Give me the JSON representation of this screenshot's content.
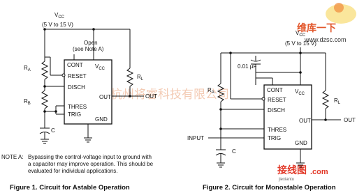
{
  "watermark": {
    "site": "www.dzsc.com",
    "brand": "维库一下",
    "company_cn": "杭州将睿科技有限公司",
    "corner": "接线图",
    "corner_sub": "jiexiantu",
    "corner_domain": ".com"
  },
  "fig1": {
    "vcc": "V",
    "vcc_sub": "CC",
    "vcc_range": "(5 V to 15 V)",
    "open_note_1": "Open",
    "open_note_2": "(see Note A)",
    "pins": {
      "cont": "CONT",
      "vcc_pin": "V",
      "vcc_pin_sub": "CC",
      "reset": "RESET",
      "disch": "DISCH",
      "out": "OUT",
      "thres": "THRES",
      "trig": "TRIG",
      "gnd": "GND"
    },
    "ra": "R",
    "ra_sub": "A",
    "rb": "R",
    "rb_sub": "B",
    "rl": "R",
    "rl_sub": "L",
    "c": "C",
    "output_label": "OUT",
    "note_label": "NOTE A:",
    "note_lines": [
      "Bypassing the control-voltage input to ground with",
      "a capacitor may improve operation. This should be",
      "evaluated for individual applications."
    ],
    "caption": "Figure 1. Circuit for Astable Operation"
  },
  "fig2": {
    "vcc": "V",
    "vcc_sub": "CC",
    "vcc_range": "(5 V to 15 V)",
    "cap_label": "0.01 μF",
    "pins": {
      "cont": "CONT",
      "vcc_pin": "V",
      "vcc_pin_sub": "CC",
      "reset": "RESET",
      "disch": "DISCH",
      "out": "OUT",
      "thres": "THRES",
      "trig": "TRIG",
      "gnd": "GND"
    },
    "ra": "R",
    "ra_sub": "A",
    "rl": "R",
    "rl_sub": "L",
    "c": "C",
    "input_label": "INPUT",
    "output_label": "OUT",
    "caption": "Figure 2. Circuit for Monostable Operation"
  }
}
